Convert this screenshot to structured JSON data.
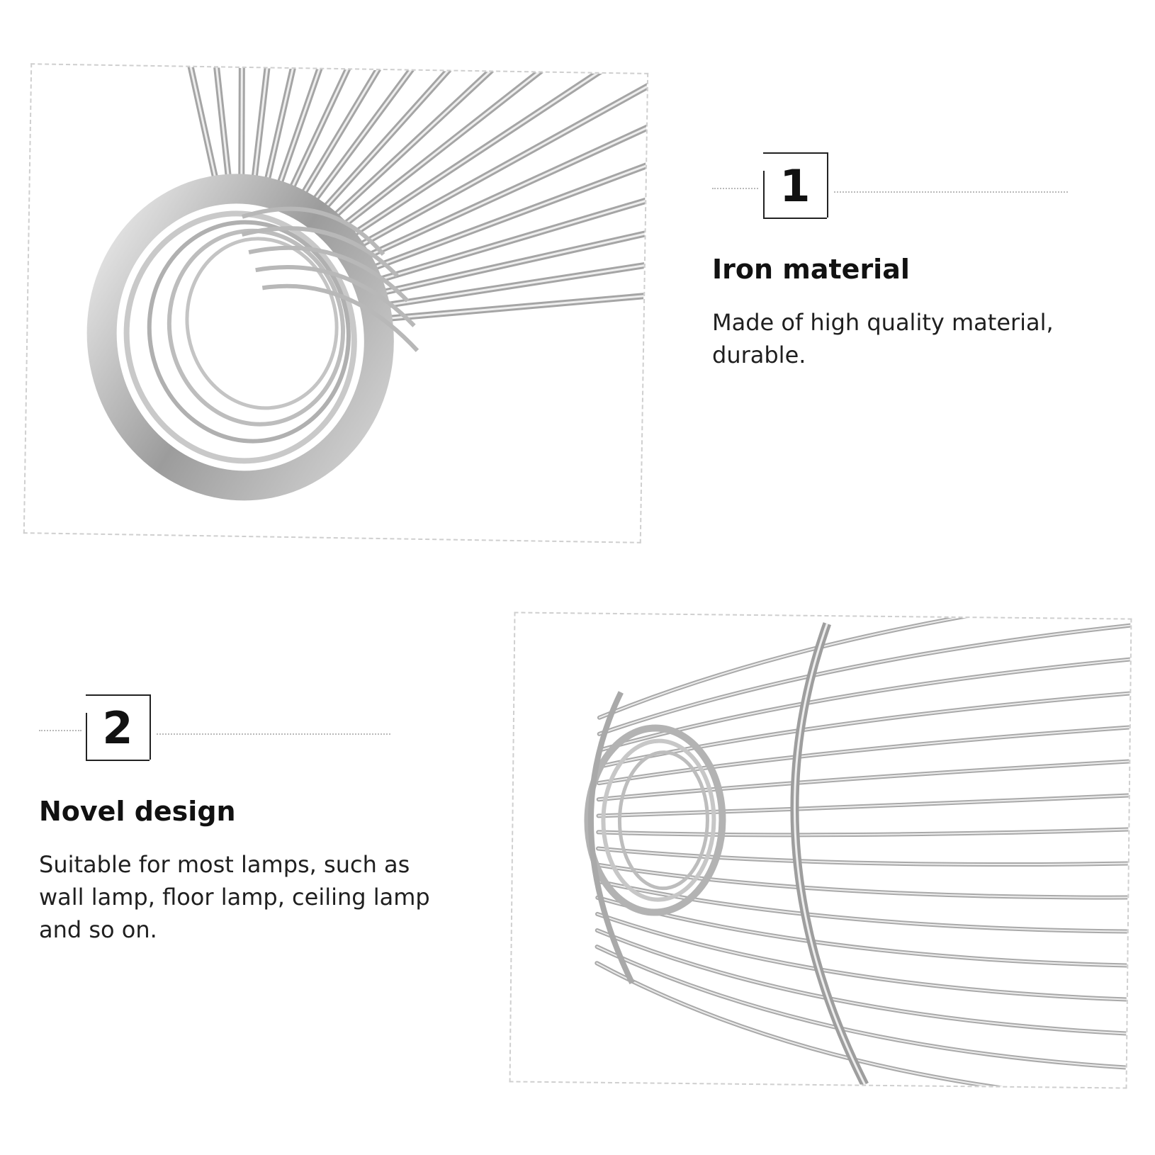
{
  "features": [
    {
      "number": "1",
      "title": "Iron material",
      "description": "Made of high quality material, durable."
    },
    {
      "number": "2",
      "title": "Novel design",
      "description": "Suitable for most lamps, such as wall lamp, floor lamp, ceiling lamp and so on."
    }
  ],
  "colors": {
    "wire": "#a9a9a9",
    "wire_highlight": "#e6e6e6",
    "frame_border": "#cfcfcf",
    "text": "#1a1a1a"
  },
  "photos": [
    {
      "icon": "lamp-cage-closeup-photo"
    },
    {
      "icon": "lamp-cage-side-photo"
    }
  ]
}
